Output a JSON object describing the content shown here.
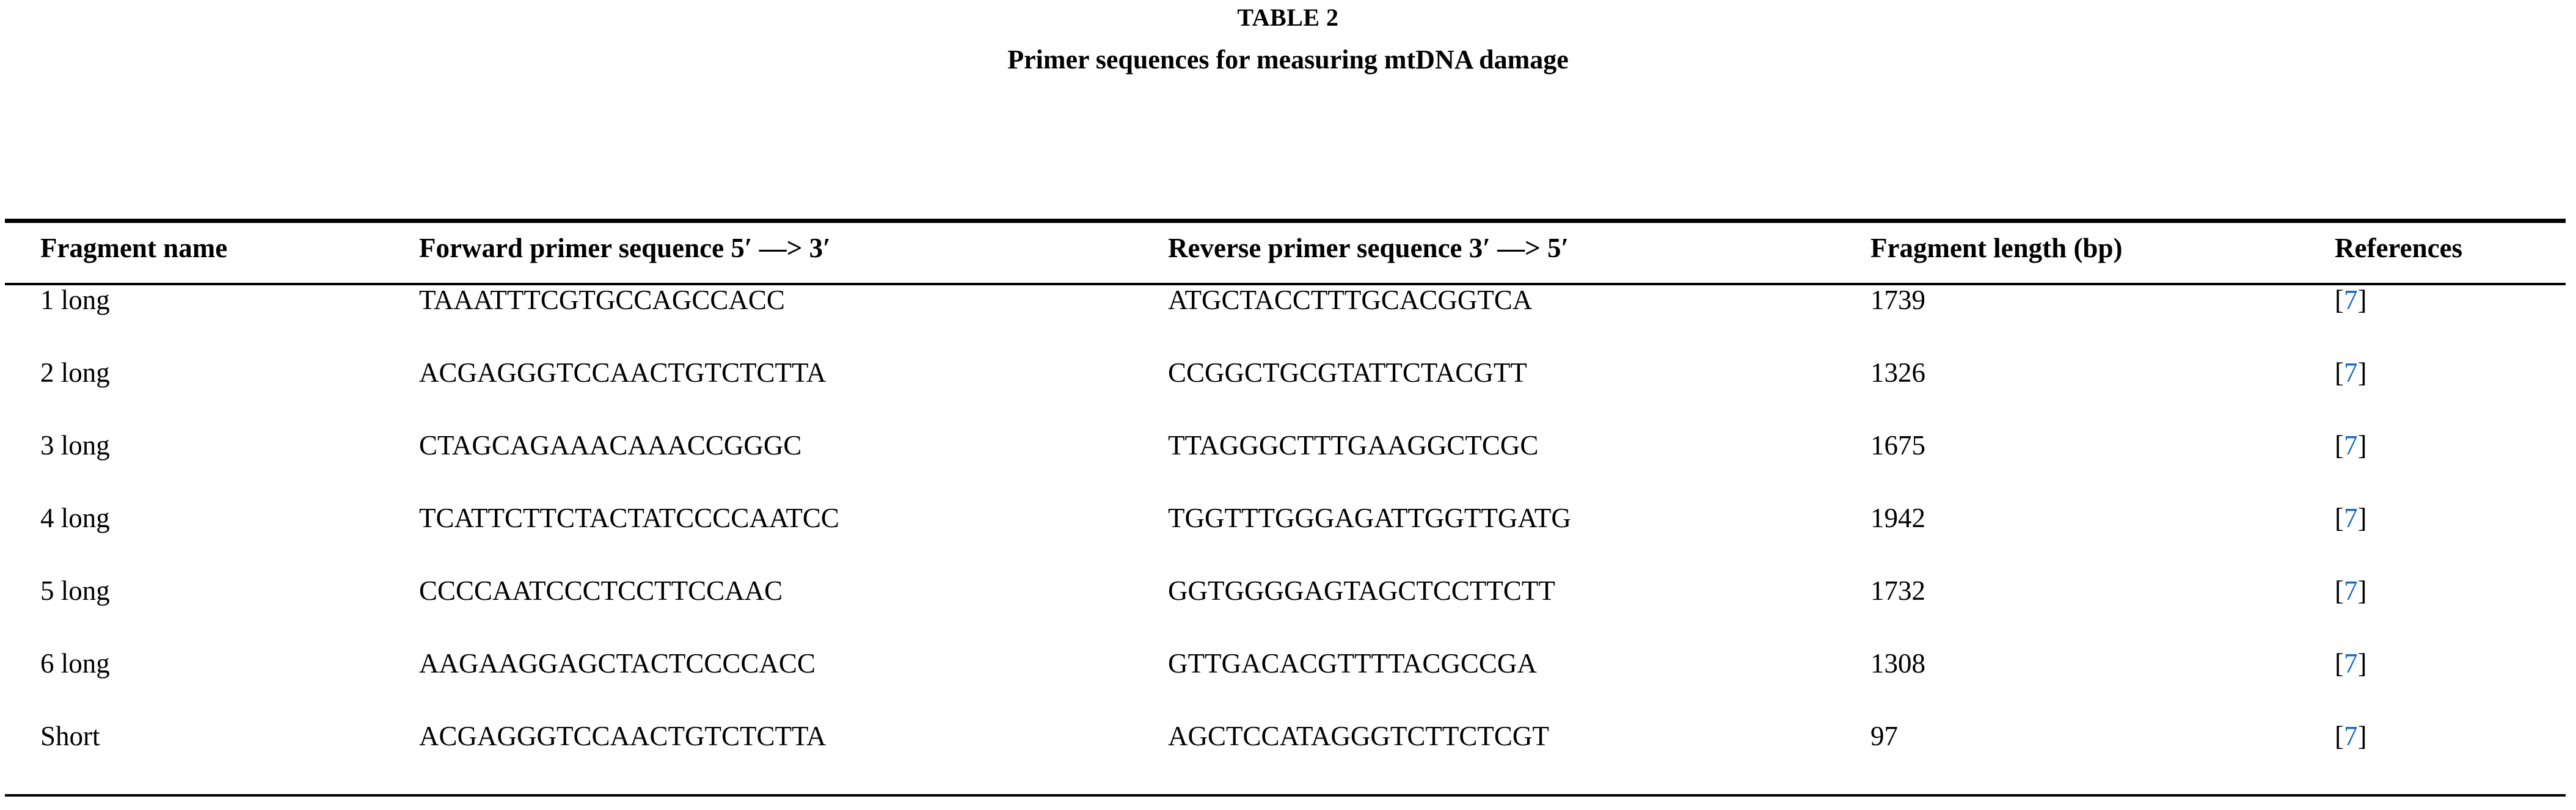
{
  "figure": {
    "table_number": "TABLE 2",
    "caption": "Primer sequences for measuring mtDNA damage"
  },
  "table": {
    "headers": {
      "fragment_name": "Fragment name",
      "forward_primer": "Forward primer sequence 5′ —> 3′",
      "reverse_primer": "Reverse primer sequence 3′ —> 5′",
      "fragment_length": "Fragment length (bp)",
      "references": "References"
    },
    "rows": [
      {
        "fragment_name": "1 long",
        "forward_primer": "TAAATTTCGTGCCAGCCACC",
        "reverse_primer": "ATGCTACCTTTGCACGGTCA",
        "fragment_length": "1739",
        "reference": "7"
      },
      {
        "fragment_name": "2 long",
        "forward_primer": "ACGAGGGTCCAACTGTCTCTTA",
        "reverse_primer": "CCGGCTGCGTATTCTACGTT",
        "fragment_length": "1326",
        "reference": "7"
      },
      {
        "fragment_name": "3 long",
        "forward_primer": "CTAGCAGAAACAAACCGGGC",
        "reverse_primer": "TTAGGGCTTTGAAGGCTCGC",
        "fragment_length": "1675",
        "reference": "7"
      },
      {
        "fragment_name": "4 long",
        "forward_primer": "TCATTCTTCTACTATCCCCAATCC",
        "reverse_primer": "TGGTTTGGGAGATTGGTTGATG",
        "fragment_length": "1942",
        "reference": "7"
      },
      {
        "fragment_name": "5 long",
        "forward_primer": "CCCCAATCCCTCCTTCCAAC",
        "reverse_primer": "GGTGGGGAGTAGCTCCTTCTT",
        "fragment_length": "1732",
        "reference": "7"
      },
      {
        "fragment_name": "6 long",
        "forward_primer": "AAGAAGGAGCTACTCCCCACC",
        "reverse_primer": "GTTGACACGTTTTACGCCGA",
        "fragment_length": "1308",
        "reference": "7"
      },
      {
        "fragment_name": "Short",
        "forward_primer": "ACGAGGGTCCAACTGTCTCTTA",
        "reverse_primer": "AGCTCCATAGGGTCTTCTCGT",
        "fragment_length": "97",
        "reference": "7"
      }
    ],
    "reference_bracket_open": "[",
    "reference_bracket_close": "]"
  },
  "colors": {
    "text": "#000000",
    "link": "#1668c4",
    "background": "#ffffff",
    "rule": "#000000"
  }
}
